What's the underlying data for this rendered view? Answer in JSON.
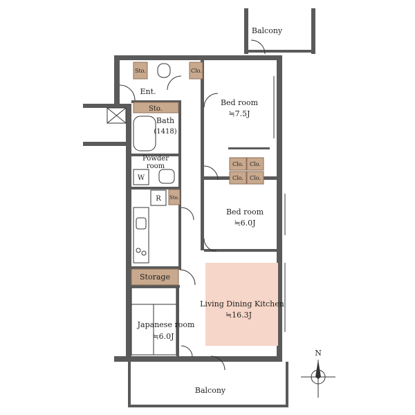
{
  "rooms": {
    "balcony_top": "Balcony",
    "balcony_bottom": "Balcony",
    "entrance": "Ent.",
    "storage_ent": "Sto.",
    "storage_bath": "Sto.",
    "storage_kitchen": "Sto.",
    "closet_top": "Clo.",
    "bath": "Bath",
    "bath_size": "(1418)",
    "powder": "Powder",
    "powder2": "room",
    "washer": "W",
    "refrigerator": "R",
    "bedroom1": "Bed room",
    "bedroom1_size": "≒7.5J",
    "bedroom2": "Bed room",
    "bedroom2_size": "≒6.0J",
    "closet_a": "Clo.",
    "closet_b": "Clo.",
    "closet_c": "Clo.",
    "closet_d": "Clo.",
    "storage": "Storage",
    "ldk": "Living Dining Kitchen",
    "ldk_size": "≒16.3J",
    "japanese": "Japanese room",
    "japanese_size": "≒6.0J"
  },
  "compass": {
    "north": "N"
  },
  "colors": {
    "ldk_fill": "#f6d6c8",
    "closet_fill": "#c9a98e",
    "wall": "#5a5a5a"
  }
}
